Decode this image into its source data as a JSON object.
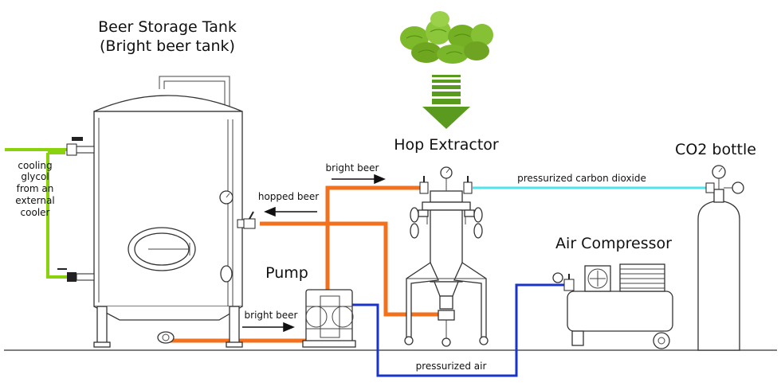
{
  "colors": {
    "bright_beer_pipe": "#f2701e",
    "air_pipe": "#1a33c8",
    "co2_pipe": "#4fe3ee",
    "glycol_pipe": "#8ad10e",
    "hop_green": "#7db92a",
    "arrow_green": "#5a9a1e",
    "equipment_stroke": "#333333"
  },
  "labels": {
    "tank_title_line1": "Beer Storage Tank",
    "tank_title_line2": "(Bright beer tank)",
    "hop_extractor": "Hop Extractor",
    "co2_bottle": "CO2 bottle",
    "air_compressor": "Air Compressor",
    "pump": "Pump"
  },
  "flows": {
    "bright_beer_top": "bright beer",
    "hopped_beer": "hopped beer",
    "bright_beer_bottom": "bright beer",
    "pressurized_co2": "pressurized carbon dioxide",
    "pressurized_air": "pressurized air"
  },
  "glycol_note": [
    "cooling",
    "glycol",
    "from an",
    "external",
    "cooler"
  ],
  "icons": [
    "hops-icon",
    "down-arrow-icon",
    "pressure-gauge-icon",
    "valve-icon",
    "flow-arrow-icon"
  ]
}
